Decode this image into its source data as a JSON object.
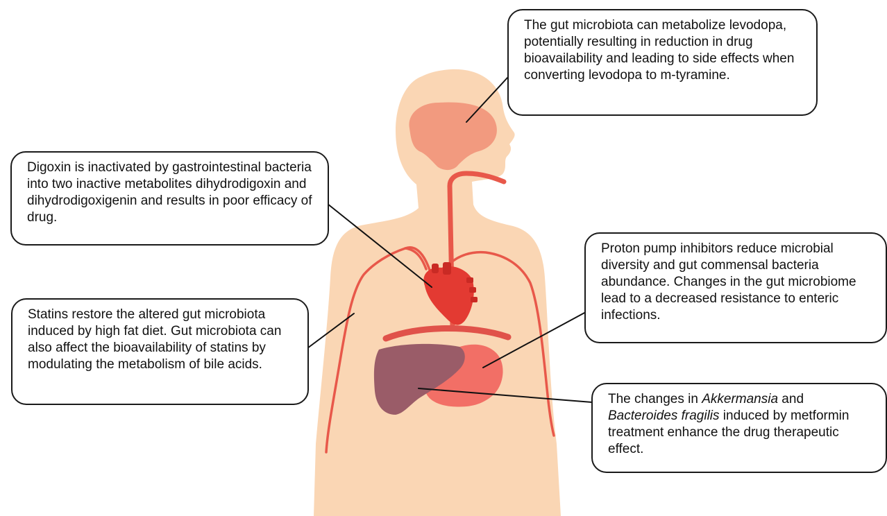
{
  "colors": {
    "skin": "#fad6b4",
    "brain": "#f29a7f",
    "vessel": "#e8584a",
    "heart": "#e33a32",
    "heart_dark": "#c92a24",
    "stomach": "#f26f66",
    "liver": "#9a5c68",
    "diaphragm": "#e0524a",
    "connector": "#111111",
    "box_border": "#1a1a1a"
  },
  "organs": [
    "brain-icon",
    "esophagus-icon",
    "heart-icon",
    "diaphragm-icon",
    "stomach-icon",
    "liver-icon",
    "blood-vessel-icon"
  ],
  "callouts": {
    "levodopa": {
      "text": "The gut microbiota can metabolize levodopa, potentially resulting in reduction in drug bioavailability and leading to side effects when converting levodopa to m-tyramine."
    },
    "digoxin": {
      "text": "Digoxin is inactivated by gastrointestinal bacteria into two inactive metabolites dihydrodigoxin and dihydrodigoxigenin and results in poor efficacy of drug."
    },
    "statins": {
      "text": "Statins restore the altered gut microbiota induced by high fat diet. Gut microbiota can also affect the bioavailability of statins by modulating the metabolism of bile acids."
    },
    "ppi": {
      "text": "Proton pump inhibitors reduce microbial diversity and gut commensal bacteria abundance. Changes in the gut microbiome lead to a decreased resistance to enteric infections."
    },
    "metformin": {
      "text_1": "The changes in ",
      "italic_1": "Akkermansia",
      "text_2": " and ",
      "italic_2": "Bacteroides fragilis",
      "text_3": " induced by metformin treatment enhance the drug therapeutic effect."
    }
  }
}
